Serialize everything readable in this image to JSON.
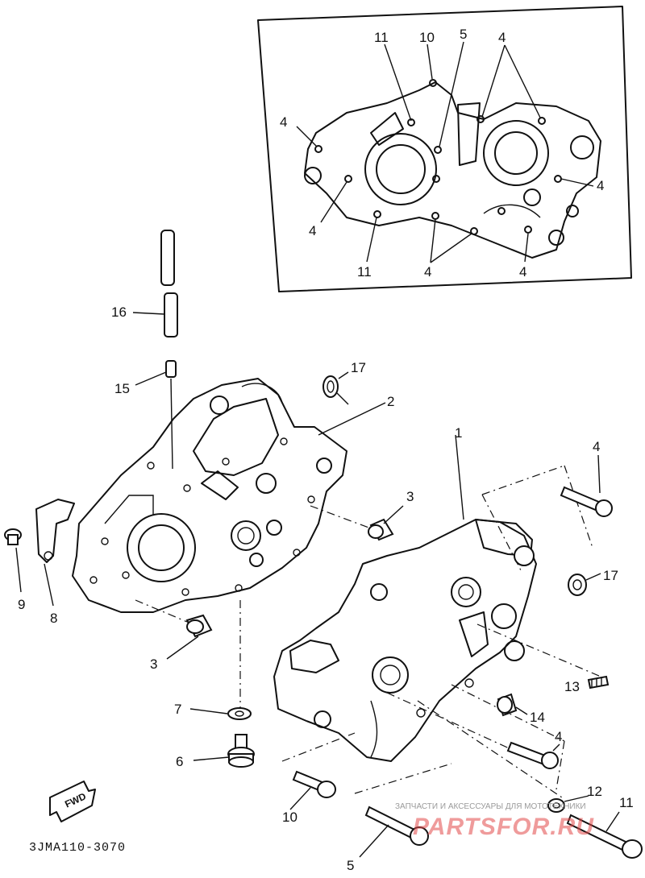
{
  "diagram": {
    "code": "3JMA110-3070",
    "fwd_label": "FWD",
    "inset_callouts": {
      "c11_top": "11",
      "c10_top": "10",
      "c5_top": "5",
      "c4_top": "4",
      "c4_left": "4",
      "c4_right": "4",
      "c4_left_low": "4",
      "c11_bottom": "11",
      "c4_bottom_mid": "4",
      "c4_bottom_right": "4"
    },
    "callouts": {
      "c16": "16",
      "c15": "15",
      "c17_top": "17",
      "c2": "2",
      "c1": "1",
      "c4_bolt": "4",
      "c3_right": "3",
      "c17_right": "17",
      "c9": "9",
      "c8": "8",
      "c3_left": "3",
      "c13": "13",
      "c7": "7",
      "c14": "14",
      "c6": "6",
      "c4_low": "4",
      "c12": "12",
      "c11": "11",
      "c10": "10",
      "c5": "5"
    }
  },
  "watermark": {
    "caption": "ЗАПЧАСТИ И АКСЕССУАРЫ ДЛЯ МОТОТЕХНИКИ",
    "brand": "PARTSFOR.RU"
  }
}
